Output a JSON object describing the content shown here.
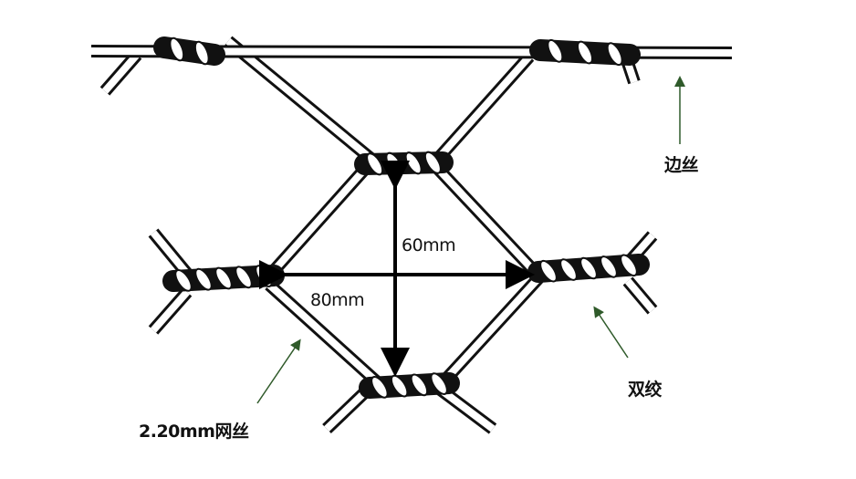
{
  "labels": {
    "edge_wire": "边丝",
    "height_dim": "60mm",
    "width_dim": "80mm",
    "double_twist": "双绞",
    "mesh_wire": "2.20mm网丝"
  },
  "colors": {
    "wire_outline": "#111111",
    "wire_fill": "#ffffff",
    "pointer_arrow": "#2f5a2a",
    "dimension_arrow": "#000000"
  }
}
